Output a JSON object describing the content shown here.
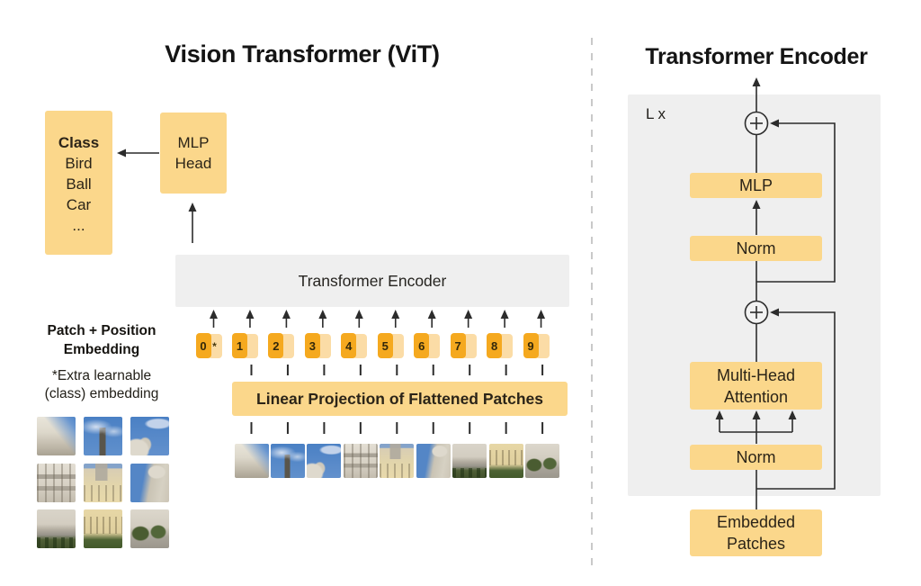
{
  "left": {
    "title": "Vision Transformer (ViT)",
    "class_box": {
      "heading": "Class",
      "items": [
        "Bird",
        "Ball",
        "Car",
        "..."
      ]
    },
    "mlp_head_lines": [
      "MLP",
      "Head"
    ],
    "encoder_label": "Transformer Encoder",
    "patch_embed_heading_lines": [
      "Patch + Position",
      "Embedding"
    ],
    "extra_note_lines": [
      "*Extra learnable",
      "(class) embedding"
    ],
    "tokens": [
      {
        "index": "0",
        "embed": "*"
      },
      {
        "index": "1",
        "embed": ""
      },
      {
        "index": "2",
        "embed": ""
      },
      {
        "index": "3",
        "embed": ""
      },
      {
        "index": "4",
        "embed": ""
      },
      {
        "index": "5",
        "embed": ""
      },
      {
        "index": "6",
        "embed": ""
      },
      {
        "index": "7",
        "embed": ""
      },
      {
        "index": "8",
        "embed": ""
      },
      {
        "index": "9",
        "embed": ""
      }
    ],
    "linear_projection_label": "Linear Projection of Flattened Patches",
    "patches": [
      "patch-1",
      "patch-2",
      "patch-3",
      "patch-4",
      "patch-5",
      "patch-6",
      "patch-7",
      "patch-8",
      "patch-9"
    ]
  },
  "right": {
    "title": "Transformer Encoder",
    "loop_label": "L x",
    "boxes": {
      "mlp": "MLP",
      "norm_top": "Norm",
      "mha_lines": [
        "Multi-Head",
        "Attention"
      ],
      "norm_bottom": "Norm",
      "embedded_lines": [
        "Embedded",
        "Patches"
      ]
    }
  },
  "icons": {
    "plus_circle": "⊕",
    "arrow_up": "↑",
    "arrow_left": "←"
  },
  "colors": {
    "accent_yellow": "#FBD78B",
    "token_dark": "#F5A91F",
    "token_light": "#FBDCA6",
    "panel_gray": "#EFEFEF",
    "line": "#2c2c2c",
    "divider": "#c9c9c9"
  }
}
